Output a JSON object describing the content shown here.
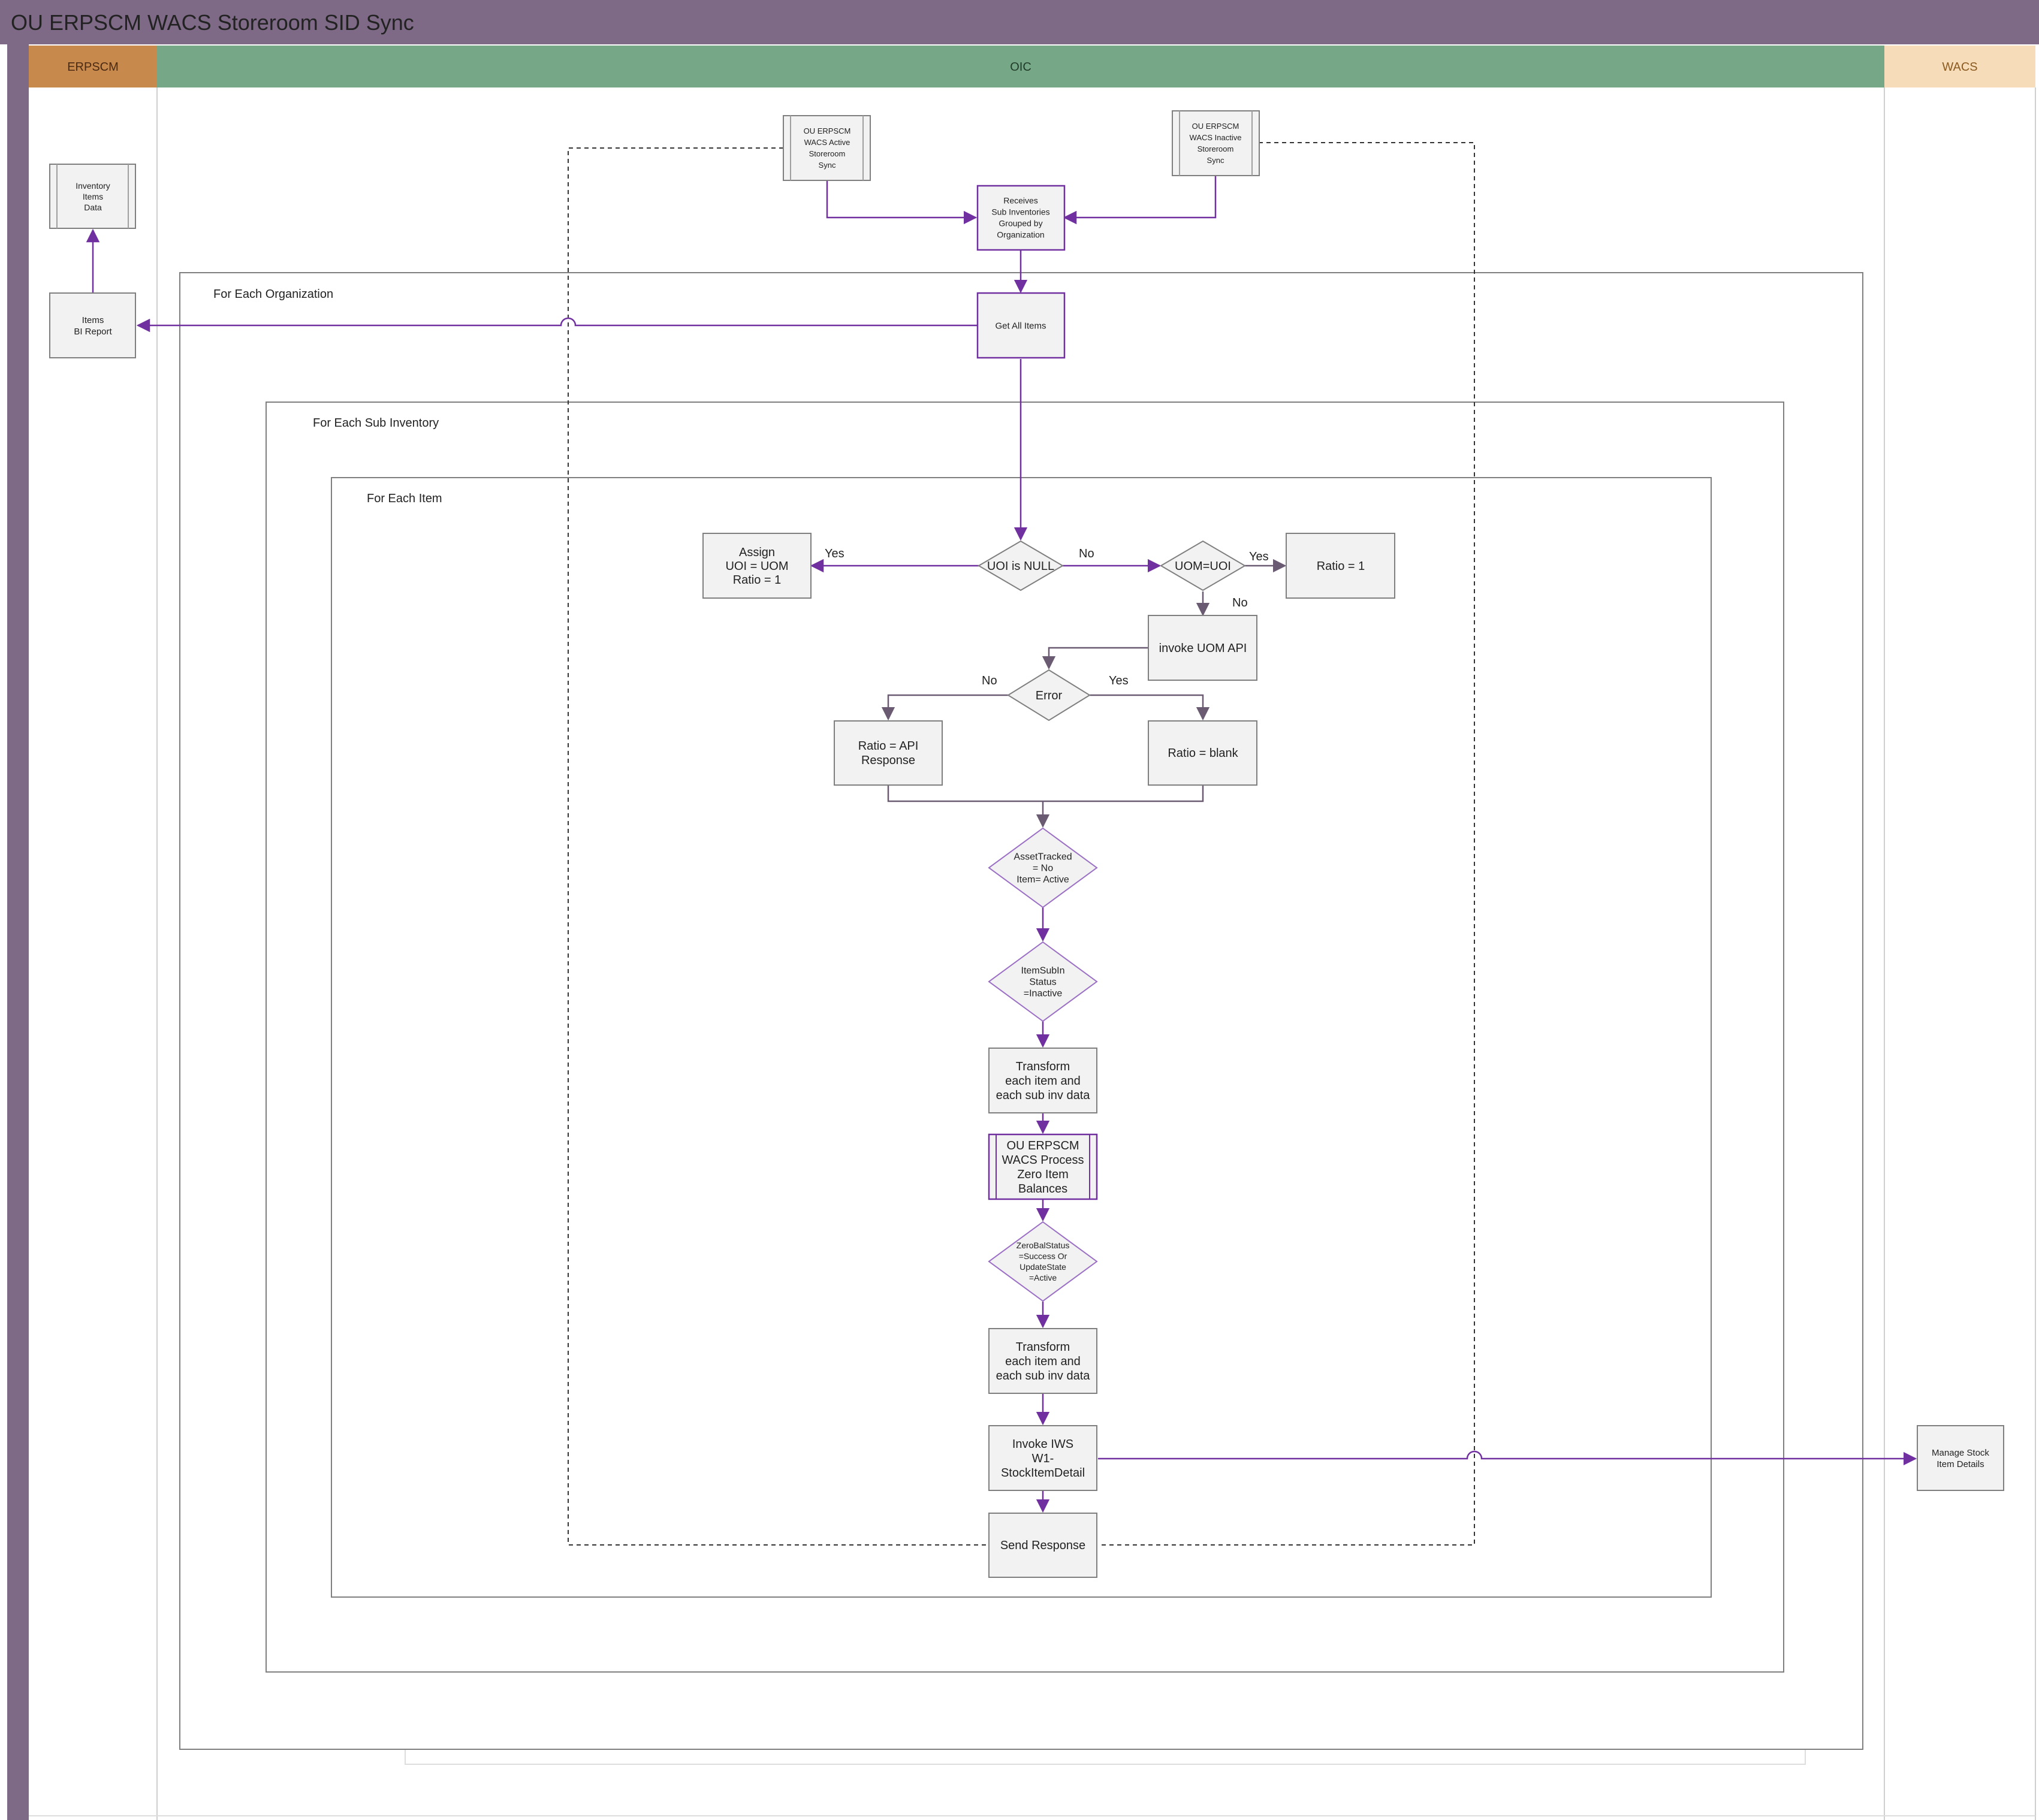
{
  "title": "OU ERPSCM WACS Storeroom SID Sync",
  "lanes": {
    "erpscm": "ERPSCM",
    "oic": "OIC",
    "wacs": "WACS"
  },
  "colors": {
    "title_bar": "#7e6a86",
    "erpscm_lane": "#c8894d",
    "oic_lane": "#76a887",
    "wacs_lane": "#f6dcb8",
    "flow": "#7030a0",
    "box_fill": "#f2f2f2"
  },
  "nodes": {
    "inventory_items_data": [
      "Inventory",
      "Items",
      "Data"
    ],
    "items_bi_report": [
      "Items",
      "BI Report"
    ],
    "active_sync": [
      "OU ERPSCM",
      "WACS Active",
      "Storeroom",
      "Sync"
    ],
    "inactive_sync": [
      "OU ERPSCM",
      "WACS Inactive",
      "Storeroom",
      "Sync"
    ],
    "receives_sub_inv": [
      "Receives",
      "Sub Inventories",
      "Grouped by",
      "Organization"
    ],
    "get_all_items": [
      "Get All Items"
    ],
    "uoi_is_null": [
      "UOI is NULL"
    ],
    "assign_uoi": [
      "Assign",
      "UOI = UOM",
      "Ratio = 1"
    ],
    "uom_eq_uoi": [
      "UOM=UOI"
    ],
    "ratio_one": [
      "Ratio = 1"
    ],
    "invoke_uom_api": [
      "invoke UOM API"
    ],
    "error_check": [
      "Error"
    ],
    "ratio_api_response": [
      "Ratio = API",
      "Response"
    ],
    "ratio_blank": [
      "Ratio = blank"
    ],
    "asset_tracked": [
      "AssetTracked",
      "= No",
      "Item= Active"
    ],
    "item_subin_status": [
      "ItemSubIn",
      "Status",
      "=Inactive"
    ],
    "transform_1": [
      "Transform",
      "each item and",
      "each sub inv data"
    ],
    "zero_item_balances": [
      "OU ERPSCM",
      "WACS Process",
      "Zero Item",
      "Balances"
    ],
    "zero_bal_status": [
      "ZeroBalStatus",
      "=Success Or",
      "UpdateState",
      "=Active"
    ],
    "transform_2": [
      "Transform",
      "each item and",
      "each sub inv data"
    ],
    "invoke_iws": [
      "Invoke IWS",
      "W1-",
      "StockItemDetail"
    ],
    "send_response": [
      "Send Response"
    ],
    "manage_stock": [
      "Manage Stock",
      "Item Details"
    ]
  },
  "loops": {
    "organization": "For Each Organization",
    "sub_inventory": "For Each Sub Inventory",
    "item": "For Each Item"
  },
  "edge_labels": {
    "uoi_null_yes": "Yes",
    "uoi_null_no": "No",
    "uom_uoi_yes": "Yes",
    "uom_uoi_no": "No",
    "error_no": "No",
    "error_yes": "Yes"
  }
}
